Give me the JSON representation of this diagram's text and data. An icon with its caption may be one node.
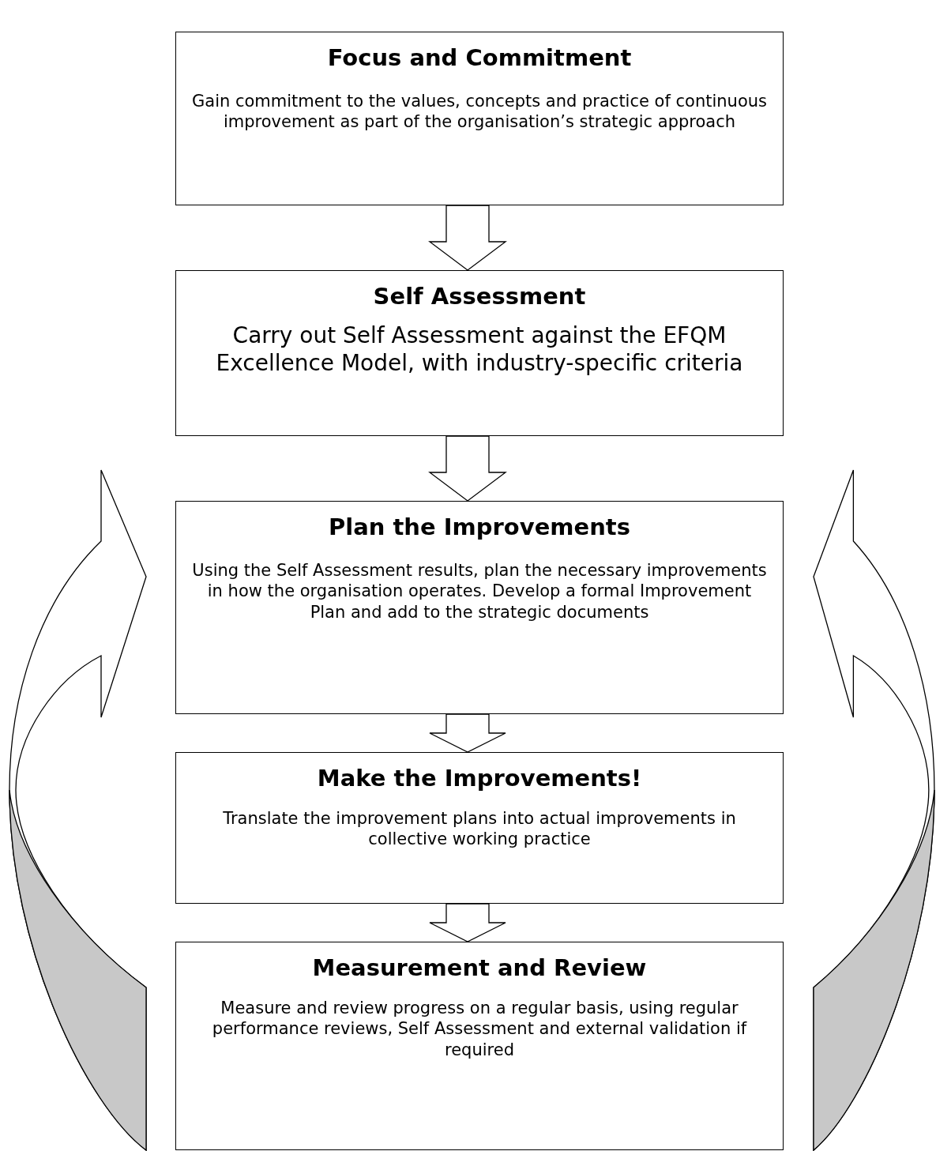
{
  "diagram": {
    "nodes": [
      {
        "text": [
          "Focus and Commitment",
          "Gain commitment to the values, concepts and practice of continuous improvement as part of the organisation’s strategic approach"
        ]
      },
      {
        "text": [
          "Self Assessment",
          "Carry out Self Assessment against the EFQM Excellence Model, with industry-specific criteria"
        ]
      },
      {
        "text": [
          "Plan the Improvements",
          "Using the Self Assessment results, plan the necessary improvements in how the organisation operates. Develop a formal Improvement Plan and add to the strategic documents"
        ]
      },
      {
        "text": [
          "Make the Improvements!",
          "Translate the improvement plans into actual improvements in collective working practice"
        ]
      },
      {
        "text": [
          "Measurement and Review",
          "Measure and review progress on a regular basis, using regular performance reviews, Self Assessment and external validation if required"
        ]
      }
    ],
    "edges": [
      {
        "from": 0,
        "to": 1,
        "arrow": "to"
      },
      {
        "from": 1,
        "to": 2,
        "arrow": "to"
      },
      {
        "from": 2,
        "to": 3,
        "arrow": "to"
      },
      {
        "from": 3,
        "to": 4,
        "arrow": "to"
      },
      {
        "from": 4,
        "to": 2,
        "arrow": "to"
      },
      {
        "from": 4,
        "to": 2,
        "arrow": "to"
      }
    ]
  }
}
